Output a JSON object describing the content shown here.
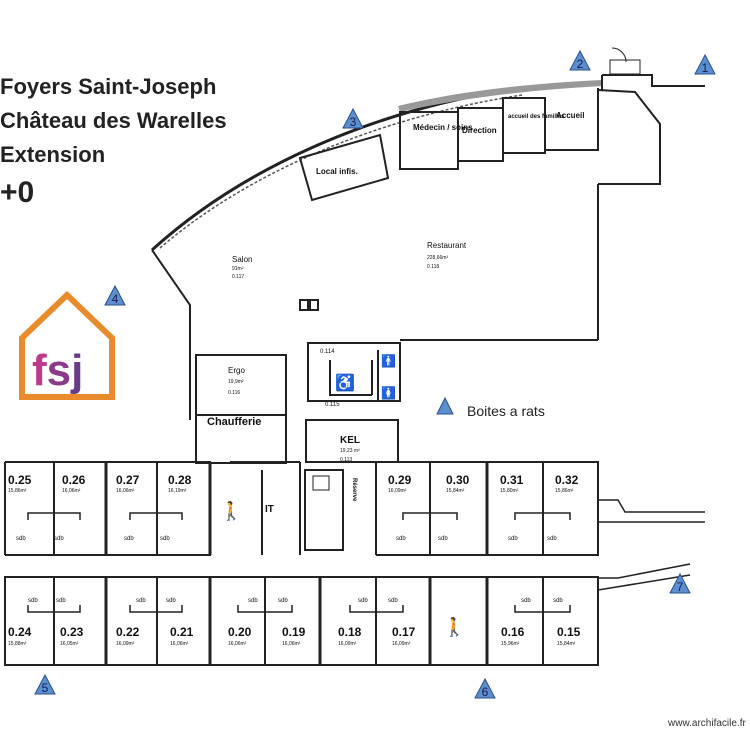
{
  "title": {
    "line1": "Foyers Saint-Joseph",
    "line2": "Château des Warelles",
    "line3": "Extension",
    "floor": "+0"
  },
  "logo": {
    "text": "fsj",
    "colors": {
      "house": "#e98a2b",
      "f": "#c03a8a",
      "s": "#8a3a86",
      "j": "#6b3a8a"
    }
  },
  "legend": {
    "label": "Boites a rats",
    "marker_color": "#5b8fd0"
  },
  "markers": [
    "1",
    "2",
    "3",
    "4",
    "5",
    "6",
    "7"
  ],
  "rooms": {
    "medecin": "Médecin / soins",
    "direction": "Direction",
    "accueil_familles": "accueil des familles",
    "accueil": "Accueil",
    "local_infis": "Local infis.",
    "salon": {
      "name": "Salon",
      "area": "91m²",
      "code": "0.117"
    },
    "restaurant": {
      "name": "Restaurant",
      "area": "228,66m²",
      "code": "0.118"
    },
    "ergo": {
      "name": "Ergo",
      "area": "19,9m²",
      "code": "0.116"
    },
    "r0114": "0.114",
    "r0115": "0.115",
    "chaufferie": "Chaufferie",
    "kel": {
      "name": "KEL",
      "area": "19,23 m²",
      "code": "0.113"
    },
    "it": "IT",
    "reserve": "Réserve",
    "sdb": "sdb",
    "top_row": [
      {
        "code": "0.25",
        "area": "15,86m²"
      },
      {
        "code": "0.26",
        "area": "16,06m²"
      },
      {
        "code": "0.27",
        "area": "16,06m²"
      },
      {
        "code": "0.28",
        "area": "16,19m²"
      },
      {
        "code": "0.29",
        "area": "16,09m²"
      },
      {
        "code": "0.30",
        "area": "15,84m²"
      },
      {
        "code": "0.31",
        "area": "15,80m²"
      },
      {
        "code": "0.32",
        "area": "15,86m²"
      }
    ],
    "bottom_row": [
      {
        "code": "0.24",
        "area": "15,88m²"
      },
      {
        "code": "0.23",
        "area": "16,05m²"
      },
      {
        "code": "0.22",
        "area": "16,09m²"
      },
      {
        "code": "0.21",
        "area": "16,06m²"
      },
      {
        "code": "0.20",
        "area": "16,06m²"
      },
      {
        "code": "0.19",
        "area": "16,06m²"
      },
      {
        "code": "0.18",
        "area": "16,09m²"
      },
      {
        "code": "0.17",
        "area": "16,09m²"
      },
      {
        "code": "0.16",
        "area": "15,96m²"
      },
      {
        "code": "0.15",
        "area": "15,84m²"
      }
    ]
  },
  "watermark": "www.archifacile.fr"
}
